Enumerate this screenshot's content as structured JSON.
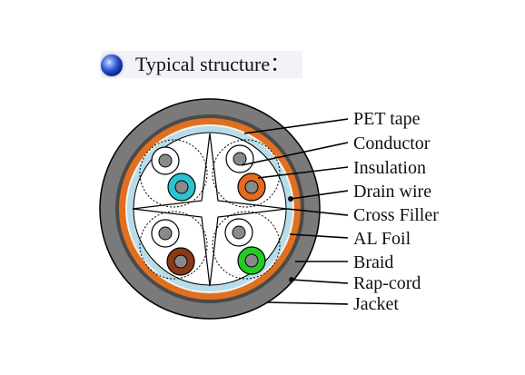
{
  "header": {
    "title": "Typical structure：",
    "bullet_icon": "blue-orb-bullet-icon",
    "background_color": "#f1f3f6"
  },
  "diagram": {
    "colors": {
      "jacket": "#7a7a7a",
      "rap_cord": "#4a4a4a",
      "braid": "#e07020",
      "al_foil": "#b8dce8",
      "core": "#ffffff",
      "outline": "#000000"
    },
    "pairs": [
      {
        "stripe": "white",
        "color": "#29c4d0"
      },
      {
        "stripe": "white",
        "color": "#e86a1c"
      },
      {
        "stripe": "white",
        "color": "#8b3a14"
      },
      {
        "stripe": "white",
        "color": "#22cc22"
      }
    ],
    "labels": [
      "PET tape",
      "Conductor",
      "Insulation",
      "Drain wire",
      "Cross Filler",
      "AL Foil",
      "Braid",
      "Rap-cord",
      "Jacket"
    ]
  }
}
